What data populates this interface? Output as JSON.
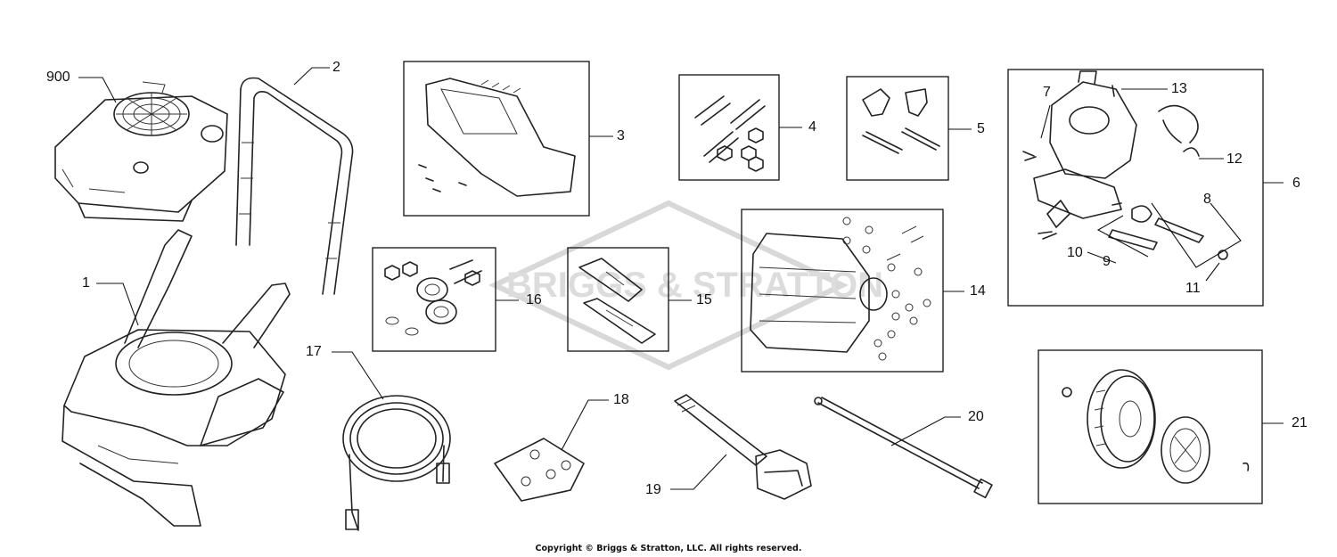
{
  "watermark": {
    "text": "BRIGGS & STRATTON"
  },
  "callouts": [
    {
      "id": "900",
      "label": "900"
    },
    {
      "id": "1",
      "label": "1"
    },
    {
      "id": "2",
      "label": "2"
    },
    {
      "id": "3",
      "label": "3"
    },
    {
      "id": "4",
      "label": "4"
    },
    {
      "id": "5",
      "label": "5"
    },
    {
      "id": "6",
      "label": "6"
    },
    {
      "id": "7",
      "label": "7"
    },
    {
      "id": "8",
      "label": "8"
    },
    {
      "id": "9",
      "label": "9"
    },
    {
      "id": "10",
      "label": "10"
    },
    {
      "id": "11",
      "label": "11"
    },
    {
      "id": "12",
      "label": "12"
    },
    {
      "id": "13",
      "label": "13"
    },
    {
      "id": "14",
      "label": "14"
    },
    {
      "id": "15",
      "label": "15"
    },
    {
      "id": "16",
      "label": "16"
    },
    {
      "id": "17",
      "label": "17"
    },
    {
      "id": "18",
      "label": "18"
    },
    {
      "id": "19",
      "label": "19"
    },
    {
      "id": "20",
      "label": "20"
    },
    {
      "id": "21",
      "label": "21"
    }
  ],
  "footer": {
    "copyright": "Copyright © Briggs & Stratton, LLC. All rights reserved."
  }
}
